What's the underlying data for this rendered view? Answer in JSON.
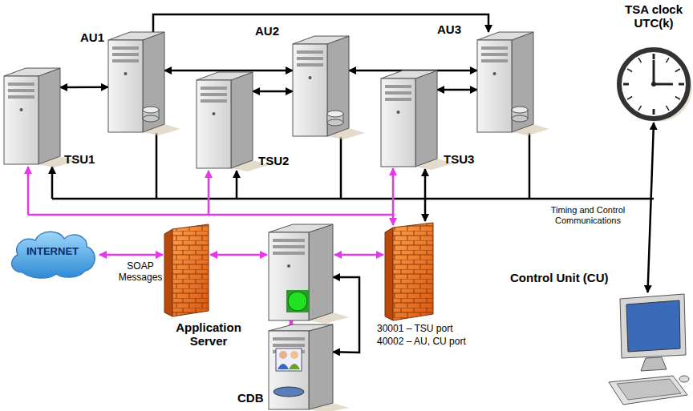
{
  "diagram": {
    "nodes": [
      {
        "text": [
          "AU1"
        ]
      },
      {
        "text": [
          "AU2"
        ]
      },
      {
        "text": [
          "AU3"
        ]
      },
      {
        "text": [
          "TSA clock UTC(k)"
        ]
      },
      {
        "text": [
          "TSU1"
        ]
      },
      {
        "text": [
          "TSU2"
        ]
      },
      {
        "text": [
          "TSU3"
        ]
      },
      {
        "text": [
          "INTERNET"
        ]
      },
      {
        "text": [
          "Application Server"
        ]
      },
      {
        "text": [
          "CDB"
        ]
      },
      {
        "text": [
          "Control Unit (CU)"
        ]
      }
    ],
    "edges": [
      {
        "from": 0,
        "to": 1,
        "arrow": "both"
      },
      {
        "from": 1,
        "to": 2,
        "arrow": "both"
      },
      {
        "from": 0,
        "to": 2,
        "arrow": "to"
      },
      {
        "from": 4,
        "to": 0,
        "arrow": "both"
      },
      {
        "from": 5,
        "to": 1,
        "arrow": "both"
      },
      {
        "from": 6,
        "to": 2,
        "arrow": "both"
      },
      {
        "from": 8,
        "to": 9,
        "arrow": "both"
      },
      {
        "from": 8,
        "to": 9,
        "arrow": "both"
      },
      {
        "from": 3,
        "to": 10,
        "arrow": "both"
      }
    ],
    "labels": [
      "SOAP Messages",
      "30001 – TSU port",
      "40002 – AU, CU port",
      "Timing and Control Communications"
    ]
  }
}
